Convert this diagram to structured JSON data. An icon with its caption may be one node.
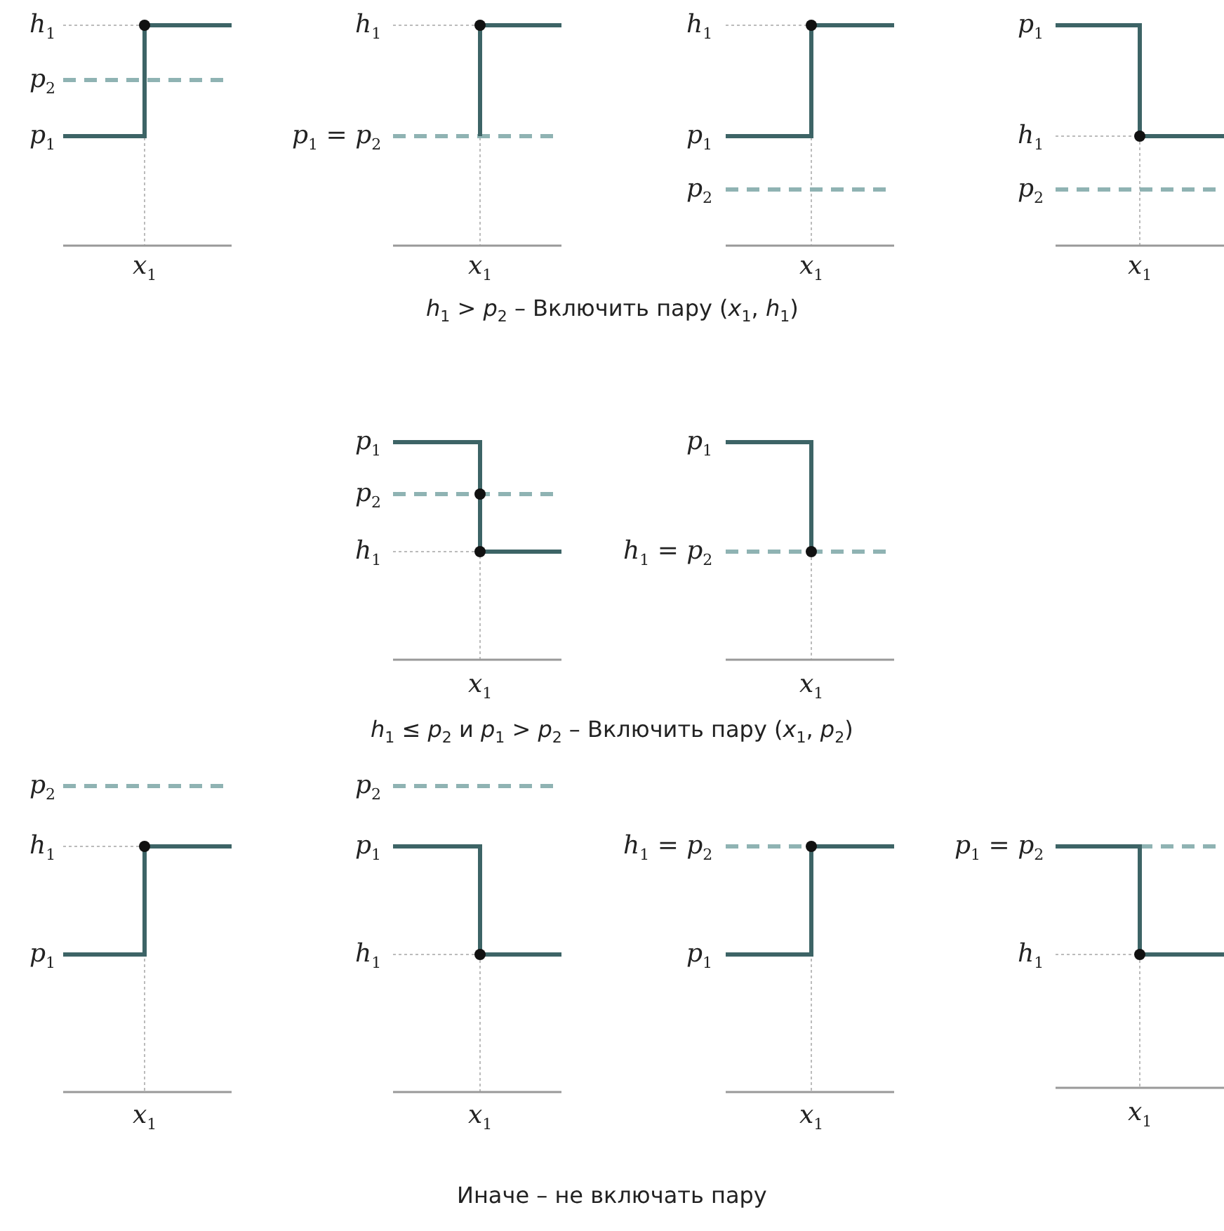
{
  "diagram": {
    "labels": [
      "*h*$_{1}$",
      "*p*$_{2}$",
      "*p*$_{1}$",
      "*x*$_{1}$",
      "*h*$_{1}$",
      "*p*$_{1}$ = *p*$_{2}$",
      "*x*$_{1}$",
      "*h*$_{1}$",
      "*p*$_{1}$",
      "*p*$_{2}$",
      "*x*$_{1}$",
      "*p*$_{1}$",
      "*h*$_{1}$",
      "*p*$_{2}$",
      "*x*$_{1}$",
      "*h*$_{1}$ > *p*$_{2}$ – Включить пару (*x*$_{1}$, *h*$_{1}$)",
      "*p*$_{1}$",
      "*p*$_{2}$",
      "*h*$_{1}$",
      "*x*$_{1}$",
      "*p*$_{1}$",
      "*h*$_{1}$ = *p*$_{2}$",
      "*x*$_{1}$",
      "*h*$_{1}$ ≤ *p*$_{2}$ и *p*$_{1}$ > *p*$_{2}$ – Включить пару (*x*$_{1}$, *p*$_{2}$)",
      "*p*$_{2}$",
      "*h*$_{1}$",
      "*p*$_{1}$",
      "*x*$_{1}$",
      "*p*$_{2}$",
      "*p*$_{1}$",
      "*h*$_{1}$",
      "*x*$_{1}$",
      "*h*$_{1}$ = *p*$_{2}$",
      "*p*$_{1}$",
      "*x*$_{1}$",
      "*p*$_{1}$ = *p*$_{2}$",
      "*h*$_{1}$",
      "*x*$_{1}$",
      "Иначе – не включать пару"
    ]
  }
}
